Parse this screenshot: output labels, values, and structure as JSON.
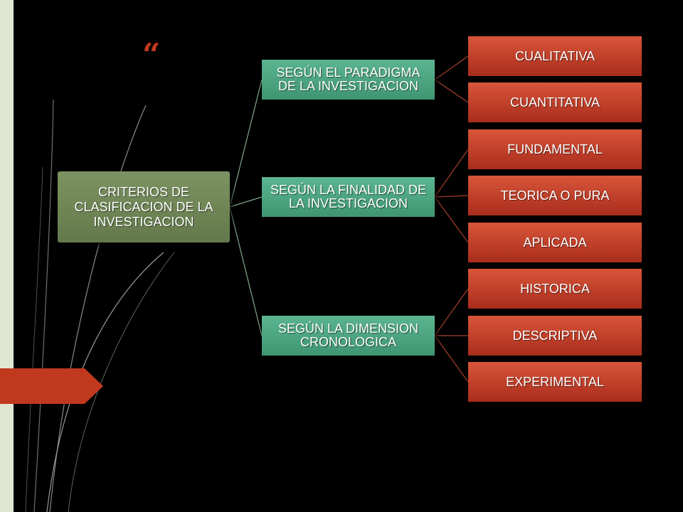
{
  "root": {
    "label": "CRITERIOS DE CLASIFICACION DE LA INVESTIGACION"
  },
  "categories": [
    {
      "label": "SEGÚN EL PARADIGMA DE LA INVESTIGACION",
      "children": [
        "CUALITATIVA",
        "CUANTITATIVA"
      ]
    },
    {
      "label": "SEGÚN LA FINALIDAD DE LA INVESTIGACION",
      "children": [
        "FUNDAMENTAL",
        "TEORICA O PURA",
        "APLICADA"
      ]
    },
    {
      "label": "SEGÚN LA DIMENSION CRONOLOGICA",
      "children": [
        "HISTORICA",
        "DESCRIPTIVA",
        "EXPERIMENTAL"
      ]
    }
  ],
  "decorations": {
    "open_quote": "“",
    "close_quote": "”"
  },
  "colors": {
    "background": "#000000",
    "root_box": "#6f8656",
    "category_box": "#4ca682",
    "leaf_box": "#c0391f",
    "accent": "#c0391f",
    "sidebar": "#dfe7d3",
    "connector_green": "#7fa88a",
    "connector_red": "#a8402c"
  }
}
